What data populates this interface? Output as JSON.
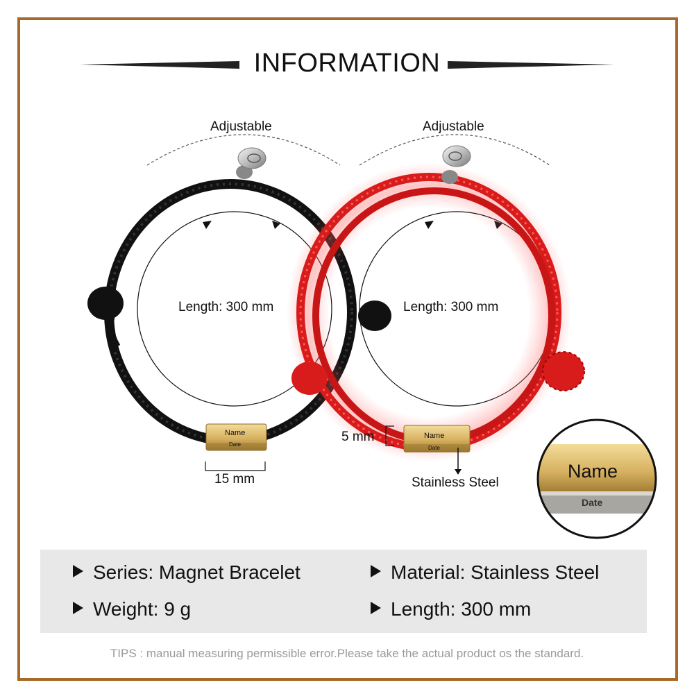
{
  "title": "INFORMATION",
  "left_bracelet": {
    "adjustable_label": "Adjustable",
    "length_label": "Length: 300 mm",
    "tag_name": "Name",
    "tag_date": "Date",
    "width_label": "15 mm",
    "cord_color": "#111111"
  },
  "right_bracelet": {
    "adjustable_label": "Adjustable",
    "length_label": "Length: 300 mm",
    "tag_name": "Name",
    "tag_date": "Date",
    "height_label": "5 mm",
    "material_callout": "Stainless Steel",
    "cord_color": "#d81b1b"
  },
  "zoom": {
    "name": "Name",
    "date": "Date"
  },
  "specs": [
    {
      "text": "Series: Magnet Bracelet"
    },
    {
      "text": "Material: Stainless Steel"
    },
    {
      "text": "Weight: 9 g"
    },
    {
      "text": "Length: 300 mm"
    }
  ],
  "tips": "TIPS : manual measuring permissible error.Please take the actual product os the standard.",
  "colors": {
    "border": "#a7692a",
    "spec_bg": "#e8e8e8",
    "gold": "#c9a24a"
  }
}
